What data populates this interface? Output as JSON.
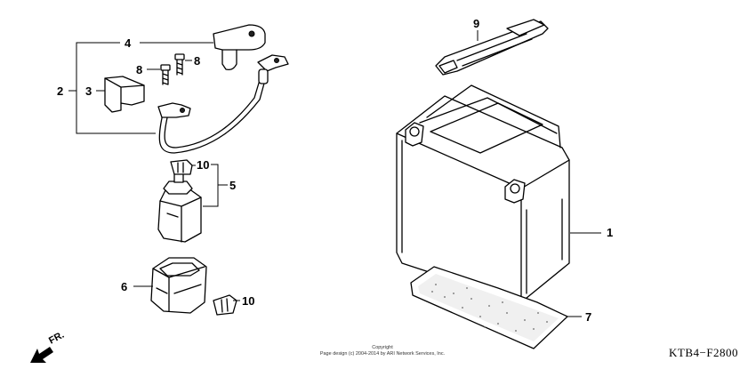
{
  "callouts": {
    "c1": "1",
    "c2": "2",
    "c3": "3",
    "c4": "4",
    "c5": "5",
    "c6": "6",
    "c7": "7",
    "c8a": "8",
    "c8b": "8",
    "c9": "9",
    "c10a": "10",
    "c10b": "10"
  },
  "direction_label": "FR.",
  "copyright": {
    "line1": "Copyright",
    "line2": "Page design (c) 2004-2014 by ARI Network Services, Inc."
  },
  "diagram_code": "KTB4−F2800",
  "icons": {
    "direction_arrow": "front-direction-arrow-icon"
  }
}
